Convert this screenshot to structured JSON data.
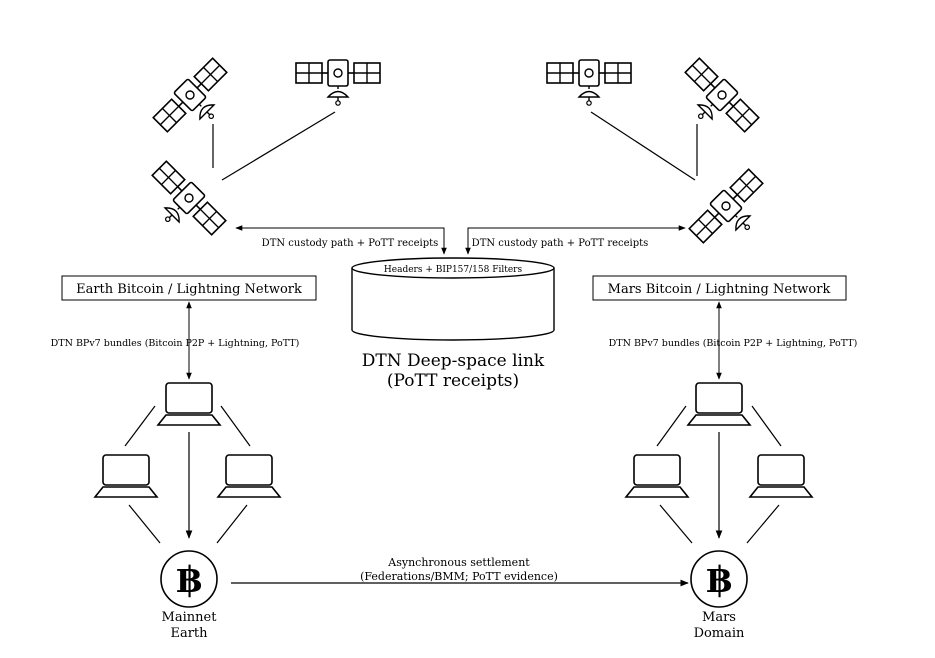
{
  "labels": {
    "custody_left": "DTN custody path + PoTT receipts",
    "custody_right": "DTN custody path + PoTT receipts",
    "link_top": "Headers + BIP157/158 Filters",
    "link_line1": "DTN  Deep-space link",
    "link_line2": "(PoTT receipts)",
    "earth_network": "Earth Bitcoin / Lightning Network",
    "mars_network": "Mars Bitcoin / Lightning Network",
    "bundles_left": "DTN BPv7 bundles (Bitcoin P2P + Lightning, PoTT)",
    "bundles_right": "DTN BPv7 bundles (Bitcoin P2P + Lightning, PoTT)",
    "settlement_line1": "Asynchronous settlement",
    "settlement_line2": "(Federations/BMM; PoTT evidence)",
    "earth_name_line1": "Mainnet",
    "earth_name_line2": "Earth",
    "mars_name_line1": "Mars",
    "mars_name_line2": "Domain"
  },
  "icons": {
    "bitcoin_symbol": "฿",
    "satellite": "satellite-icon",
    "laptop": "laptop-icon"
  },
  "colors": {
    "stroke": "#000000",
    "background": "#ffffff"
  }
}
